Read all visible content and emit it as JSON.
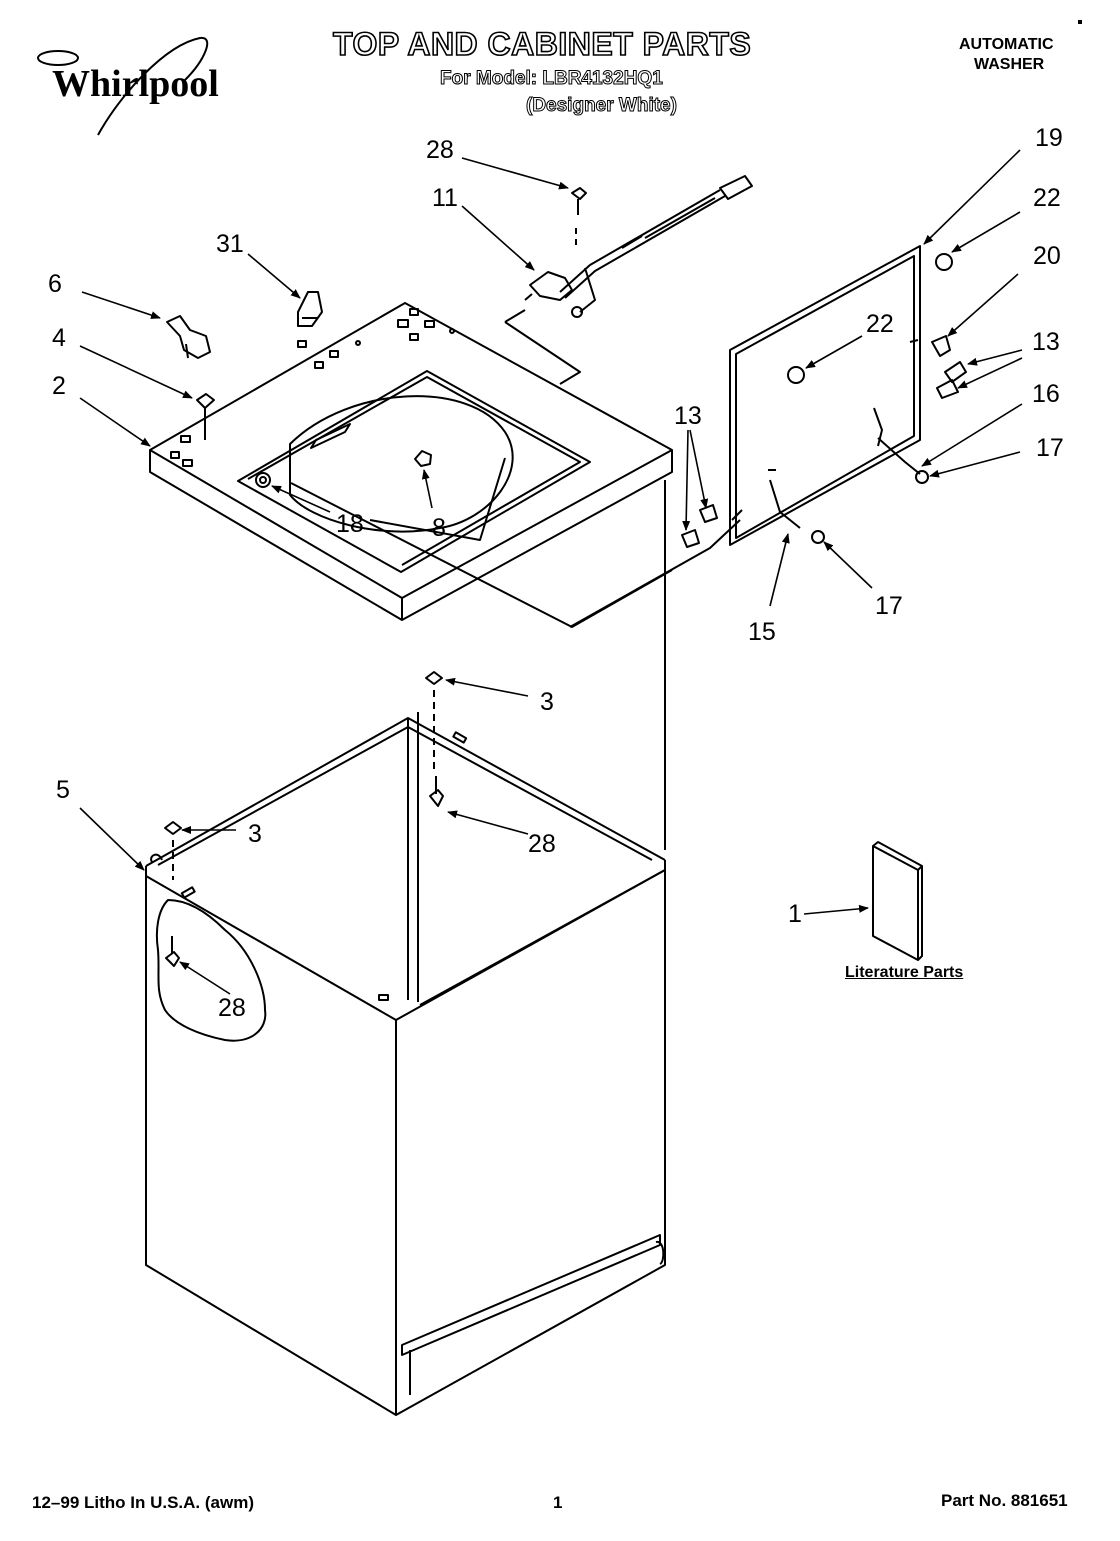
{
  "brand": "Whirlpool",
  "header": {
    "title": "TOP AND CABINET PARTS",
    "model_line": "For Model: LBR4132HQ1",
    "model_variant": "(Designer White)",
    "appliance_type_line1": "AUTOMATIC",
    "appliance_type_line2": "WASHER"
  },
  "literature": {
    "label": "Literature Parts"
  },
  "footer": {
    "left": "12–99 Litho In U.S.A. (awm)",
    "page": "1",
    "part_number": "Part No. 881651"
  },
  "callouts": {
    "c28_top": "28",
    "c11": "11",
    "c31": "31",
    "c6": "6",
    "c4": "4",
    "c2": "2",
    "c18": "18",
    "c8": "8",
    "c19": "19",
    "c22_right": "22",
    "c20": "20",
    "c22_panel": "22",
    "c13_right": "13",
    "c16": "16",
    "c17_right": "17",
    "c13_left": "13",
    "c17_bottom": "17",
    "c15": "15",
    "c3_top": "3",
    "c28_mid": "28",
    "c5": "5",
    "c3_left": "3",
    "c28_inner": "28",
    "c1": "1"
  }
}
